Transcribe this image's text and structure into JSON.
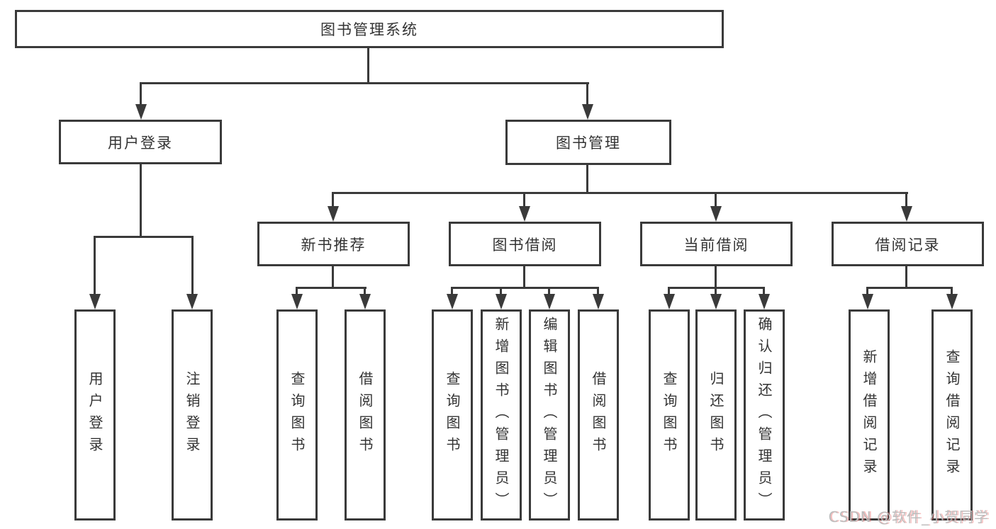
{
  "root": {
    "label": "图书管理系统"
  },
  "branches": {
    "user_login": {
      "label": "用户登录",
      "children": [
        "用户登录",
        "注销登录"
      ]
    },
    "book_mgmt": {
      "label": "图书管理",
      "sections": [
        {
          "label": "新书推荐",
          "children": [
            "查询图书",
            "借阅图书"
          ]
        },
        {
          "label": "图书借阅",
          "children": [
            "查询图书",
            "新增图书（管理员）",
            "编辑图书（管理员）",
            "借阅图书"
          ]
        },
        {
          "label": "当前借阅",
          "children": [
            "查询图书",
            "归还图书",
            "确认归还（管理员）"
          ]
        },
        {
          "label": "借阅记录",
          "children": [
            "新增借阅记录",
            "查询借阅记录"
          ]
        }
      ]
    }
  },
  "watermark": "CSDN @软件_小贺同学",
  "colors": {
    "line": "#3a3a3a",
    "text": "#333333",
    "watermark": "#bdbdbd"
  }
}
